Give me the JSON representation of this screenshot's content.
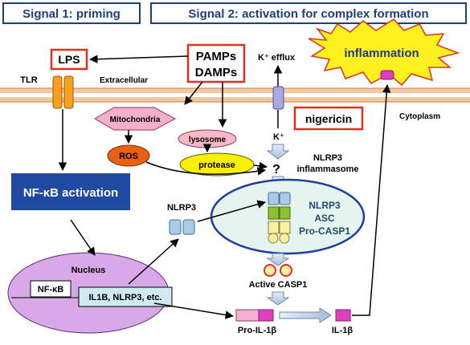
{
  "headers": {
    "signal1": "Signal 1: priming",
    "signal2": "Signal 2: activation for complex formation"
  },
  "labels": {
    "lps": "LPS",
    "pamps": "PAMPs",
    "damps": "DAMPs",
    "k_efflux": "K⁺ efflux",
    "inflammation": "inflammation",
    "tlr": "TLR",
    "extracellular": "Extracellular",
    "nigericin": "nigericin",
    "cytoplasm": "Cytoplasm",
    "k_plus": "K⁺",
    "mitochondria": "Mitochondria",
    "lysosome": "lysosome",
    "ros": "ROS",
    "protease": "protease",
    "question": "?",
    "nlrp3_inflammasome_1": "NLRP3",
    "nlrp3_inflammasome_2": "inflammasome",
    "nfkb_activation": "NF-κB activation",
    "nlrp3_monomer": "NLRP3",
    "complex_nlrp3": "NLRP3",
    "complex_asc": "ASC",
    "complex_procasp1": "Pro-CASP1",
    "nucleus": "Nucleus",
    "nfkb": "NF-κB",
    "genes": "IL1B, NLRP3, etc.",
    "active_casp1": "Active CASP1",
    "pro_il1b": "Pro-IL-1β",
    "il1b": "IL-1β"
  },
  "colors": {
    "header_border": "#1f3f7a",
    "header_text": "#1f3f7a",
    "red_border": "#e03020",
    "membrane": "#f5c8a0",
    "tlr": "#f5a020",
    "nfkb_box": "#1f4aa0",
    "mito": "#f4b0c8",
    "lysosome": "#f8b8c4",
    "ros": "#e86010",
    "protease": "#f8f000",
    "inflammasome_ellipse": "#e6f4f0",
    "inflammasome_border": "#1f3fa0",
    "nlrp3_block": "#a8cce8",
    "asc_block": "#90c030",
    "casp_block": "#f8f0a0",
    "nucleus": "#d8a8e8",
    "pink": "#f8b0d0",
    "magenta": "#e040c0",
    "starburst": "#fff020",
    "channel": "#a8a8e0"
  }
}
